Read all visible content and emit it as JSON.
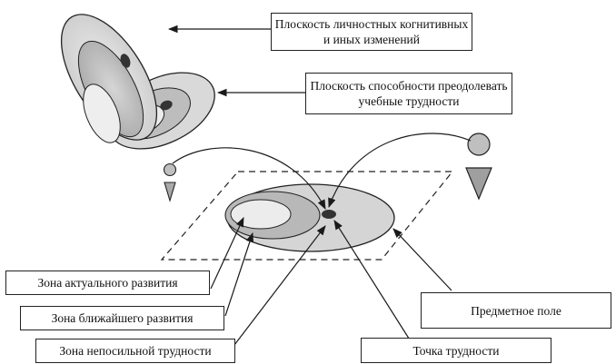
{
  "labels": {
    "plane_personal_changes": "Плоскость личностных когнитивных и иных изменений",
    "plane_ability": "Плоскость способности преодолевать учебные трудности",
    "zone_actual": "Зона актуального развития",
    "zone_proximal": "Зона ближайшего развития",
    "zone_impossible": "Зона непосильной трудности",
    "subject_field": "Предметное поле",
    "difficulty_point": "Точка трудности"
  },
  "colors": {
    "outer_plane": "#d7d7d7",
    "middle_plane": "#bdbdbd",
    "inner_plane": "#e8e8e8",
    "dot": "#3a3a3a",
    "line": "#1a1a1a"
  },
  "icons": [
    "small-figure-icon",
    "large-figure-icon"
  ]
}
